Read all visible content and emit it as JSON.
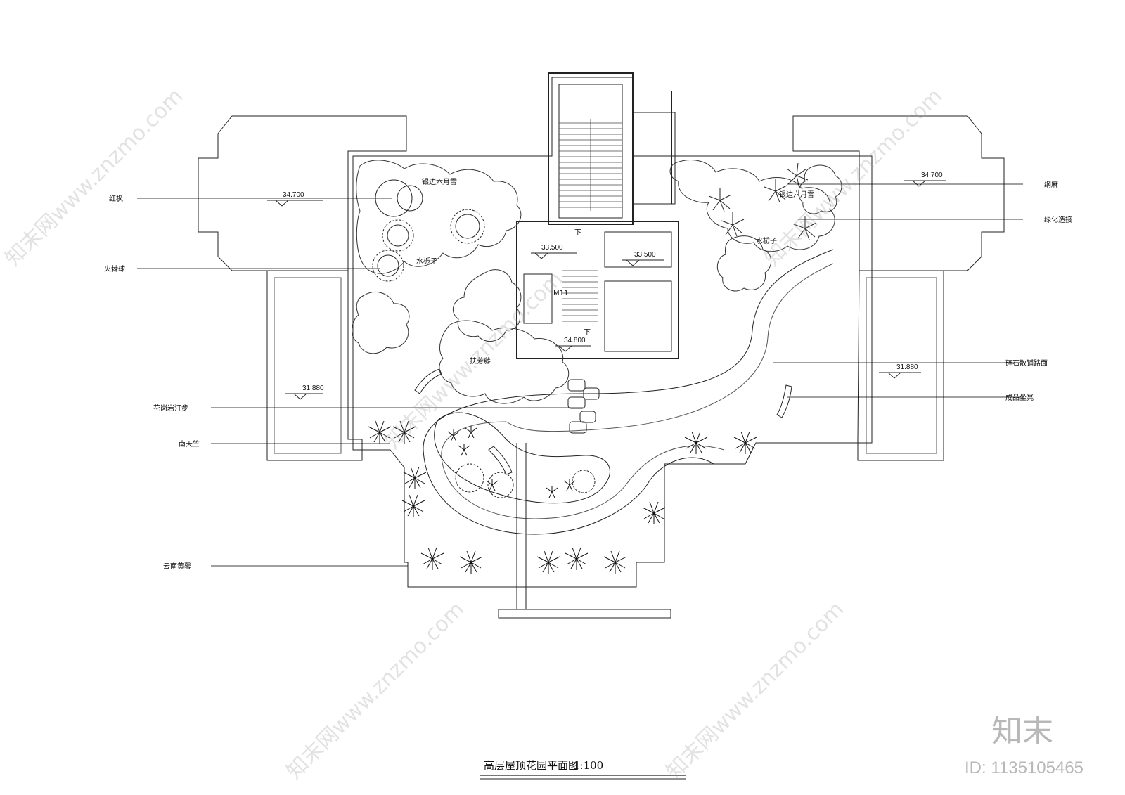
{
  "title": {
    "text": "高层屋顶花园平面图",
    "scale": "1:100"
  },
  "plant_labels": {
    "hongfeng": "红枫",
    "huojiqiu": "火棘球",
    "huagangyan": "花岗岩汀步",
    "nantianzhu": "南天竺",
    "yunnan_huangxin": "云南黄馨",
    "gangma": "纲麻",
    "lvhua": "绿化造接",
    "suishi": "碎石散铺路面",
    "chengpin": "成品坐凳"
  },
  "inline_labels": {
    "yinbian_left": "银边六月雪",
    "yinbian_right": "银边六月雪",
    "shuizhizi_left": "水栀子",
    "shuizhizi_right": "水栀子",
    "fuxiteng": "扶芳藤",
    "door": "M11",
    "down_1": "下",
    "down_2": "下"
  },
  "elevations": {
    "left_upper": "34.700",
    "right_upper": "34.700",
    "left_lower": "31.880",
    "right_lower": "31.880",
    "stair_left": "33.500",
    "stair_right": "33.500",
    "stair_center": "34.800"
  },
  "watermark": {
    "logo_text": "知末",
    "id_text": "ID: 1135105465",
    "repeat_text": "知末网www.znzmo.com"
  }
}
